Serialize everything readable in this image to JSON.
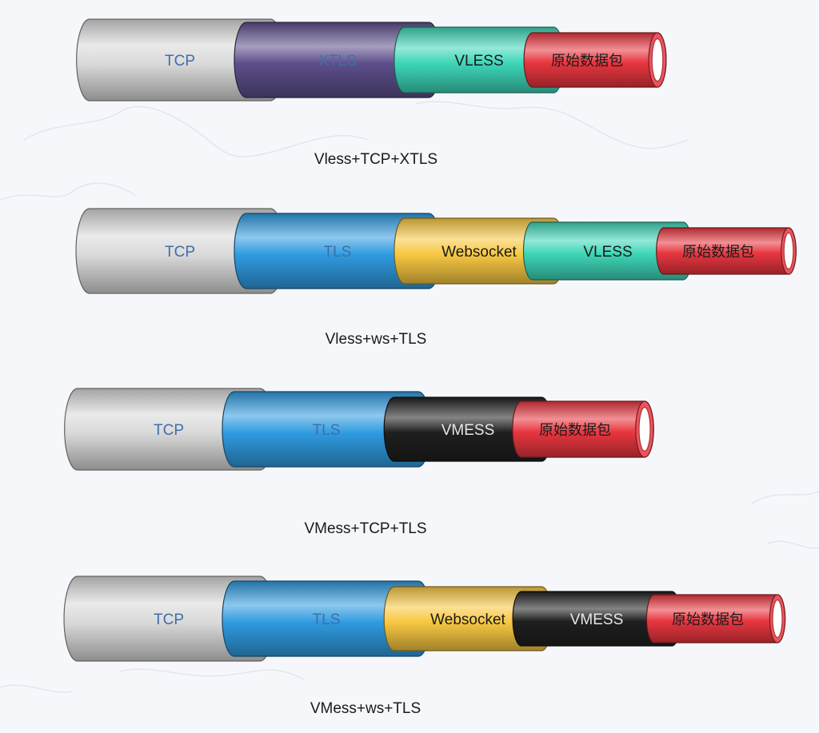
{
  "diagrams": [
    {
      "caption": "Vless+TCP+XTLS",
      "layers": [
        {
          "label": "TCP",
          "color": "#d9d9d9",
          "text_color": "#3f6fa8"
        },
        {
          "label": "XTLS",
          "color": "#5d4e8a",
          "text_color": "#3f6fa8"
        },
        {
          "label": "VLESS",
          "color": "#3ed6b8",
          "text_color": "#1a1a1a"
        },
        {
          "label": "原始数据包",
          "color": "#e8363f",
          "text_color": "#1a1a1a"
        }
      ]
    },
    {
      "caption": "Vless+ws+TLS",
      "layers": [
        {
          "label": "TCP",
          "color": "#d9d9d9",
          "text_color": "#3f6fa8"
        },
        {
          "label": "TLS",
          "color": "#2f9be0",
          "text_color": "#3f6fa8"
        },
        {
          "label": "Websocket",
          "color": "#f8c842",
          "text_color": "#1a1a1a"
        },
        {
          "label": "VLESS",
          "color": "#3ed6b8",
          "text_color": "#1a1a1a"
        },
        {
          "label": "原始数据包",
          "color": "#e8363f",
          "text_color": "#1a1a1a"
        }
      ]
    },
    {
      "caption": "VMess+TCP+TLS",
      "layers": [
        {
          "label": "TCP",
          "color": "#d9d9d9",
          "text_color": "#3f6fa8"
        },
        {
          "label": "TLS",
          "color": "#2f9be0",
          "text_color": "#3f6fa8"
        },
        {
          "label": "VMESS",
          "color": "#1f1f1f",
          "text_color": "#e6e6e6"
        },
        {
          "label": "原始数据包",
          "color": "#e8363f",
          "text_color": "#1a1a1a"
        }
      ]
    },
    {
      "caption": "VMess+ws+TLS",
      "layers": [
        {
          "label": "TCP",
          "color": "#d9d9d9",
          "text_color": "#3f6fa8"
        },
        {
          "label": "TLS",
          "color": "#2f9be0",
          "text_color": "#3f6fa8"
        },
        {
          "label": "Websocket",
          "color": "#f8c842",
          "text_color": "#1a1a1a"
        },
        {
          "label": "VMESS",
          "color": "#1f1f1f",
          "text_color": "#e6e6e6"
        },
        {
          "label": "原始数据包",
          "color": "#e8363f",
          "text_color": "#1a1a1a"
        }
      ]
    }
  ]
}
